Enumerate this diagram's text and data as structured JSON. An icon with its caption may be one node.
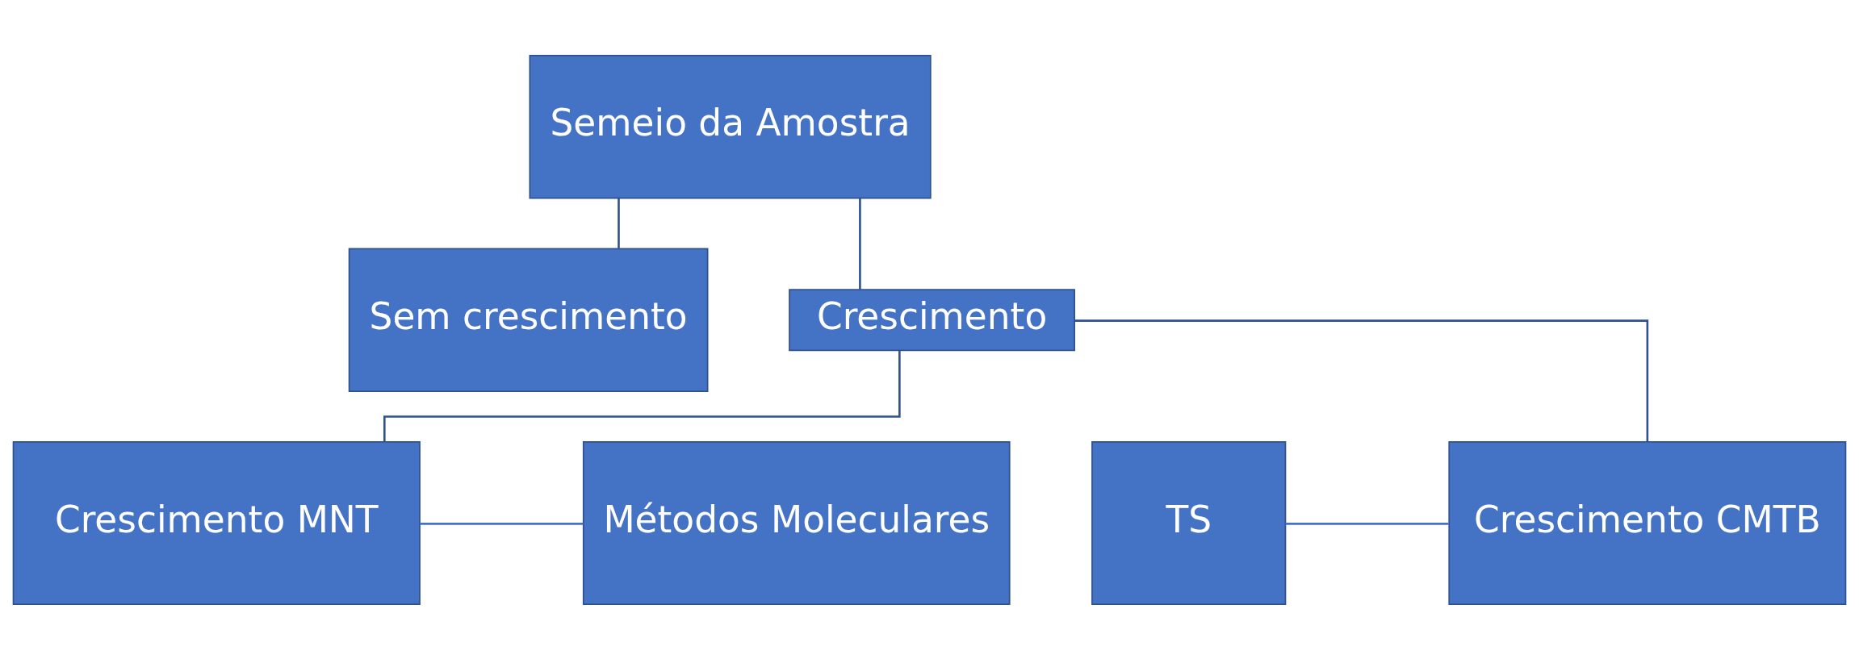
{
  "diagram": {
    "nodes": [
      {
        "text": [
          "Semeio da Amostra"
        ]
      },
      {
        "text": [
          "Sem crescimento"
        ]
      },
      {
        "text": [
          "Crescimento"
        ]
      },
      {
        "text": [
          "TS"
        ]
      },
      {
        "text": [
          "Crescimento CMTB"
        ]
      },
      {
        "text": [
          "Crescimento MNT"
        ]
      },
      {
        "text": [
          "Métodos Moleculares"
        ]
      }
    ],
    "edges": [
      {
        "from": 0,
        "to": 1,
        "arrow": "none"
      },
      {
        "from": 0,
        "to": 2,
        "arrow": "none"
      },
      {
        "from": 2,
        "to": 4,
        "arrow": "none"
      },
      {
        "from": 2,
        "to": 5,
        "arrow": "none"
      },
      {
        "from": 3,
        "to": 4,
        "arrow": "none",
        "color": "#4472c4"
      },
      {
        "from": 5,
        "to": 6,
        "arrow": "none",
        "color": "#4472c4"
      }
    ]
  }
}
